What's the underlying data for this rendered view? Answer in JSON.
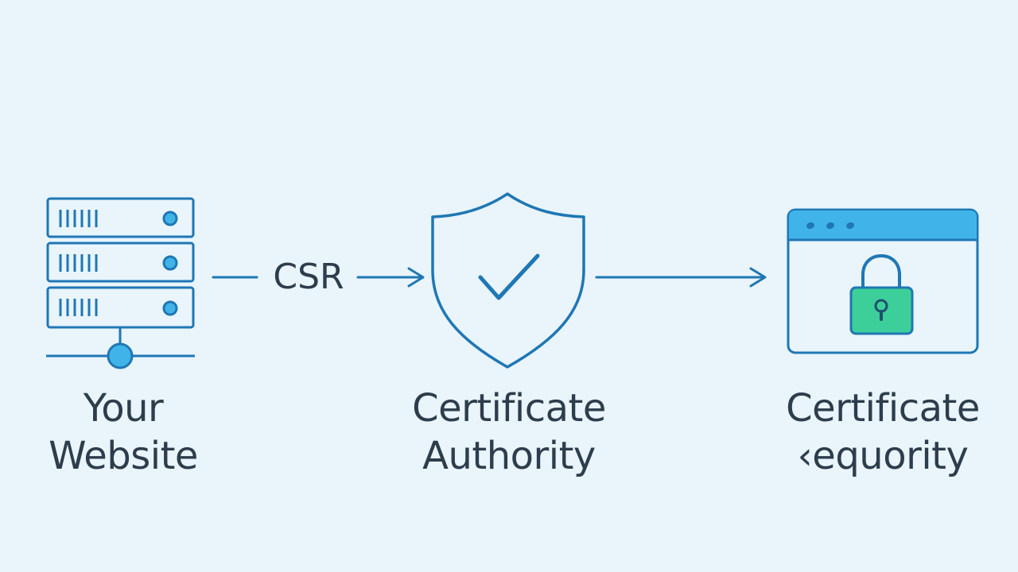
{
  "nodes": [
    {
      "id": "website",
      "icon": "server-icon",
      "label_lines": [
        "Your",
        "Website"
      ]
    },
    {
      "id": "ca",
      "icon": "shield-check-icon",
      "label_lines": [
        "Certificate",
        "Authority"
      ]
    },
    {
      "id": "certificate",
      "icon": "browser-lock-icon",
      "label_lines": [
        "Certificate",
        "‹equority"
      ]
    }
  ],
  "edges": [
    {
      "from": "website",
      "to": "ca",
      "label": "CSR"
    },
    {
      "from": "ca",
      "to": "certificate",
      "label": ""
    }
  ],
  "colors": {
    "background": "#e9f4fb",
    "stroke": "#1f77b4",
    "accent": "#40b4e8",
    "lock_fill": "#3ccf9a",
    "text": "#2d3d4c"
  }
}
